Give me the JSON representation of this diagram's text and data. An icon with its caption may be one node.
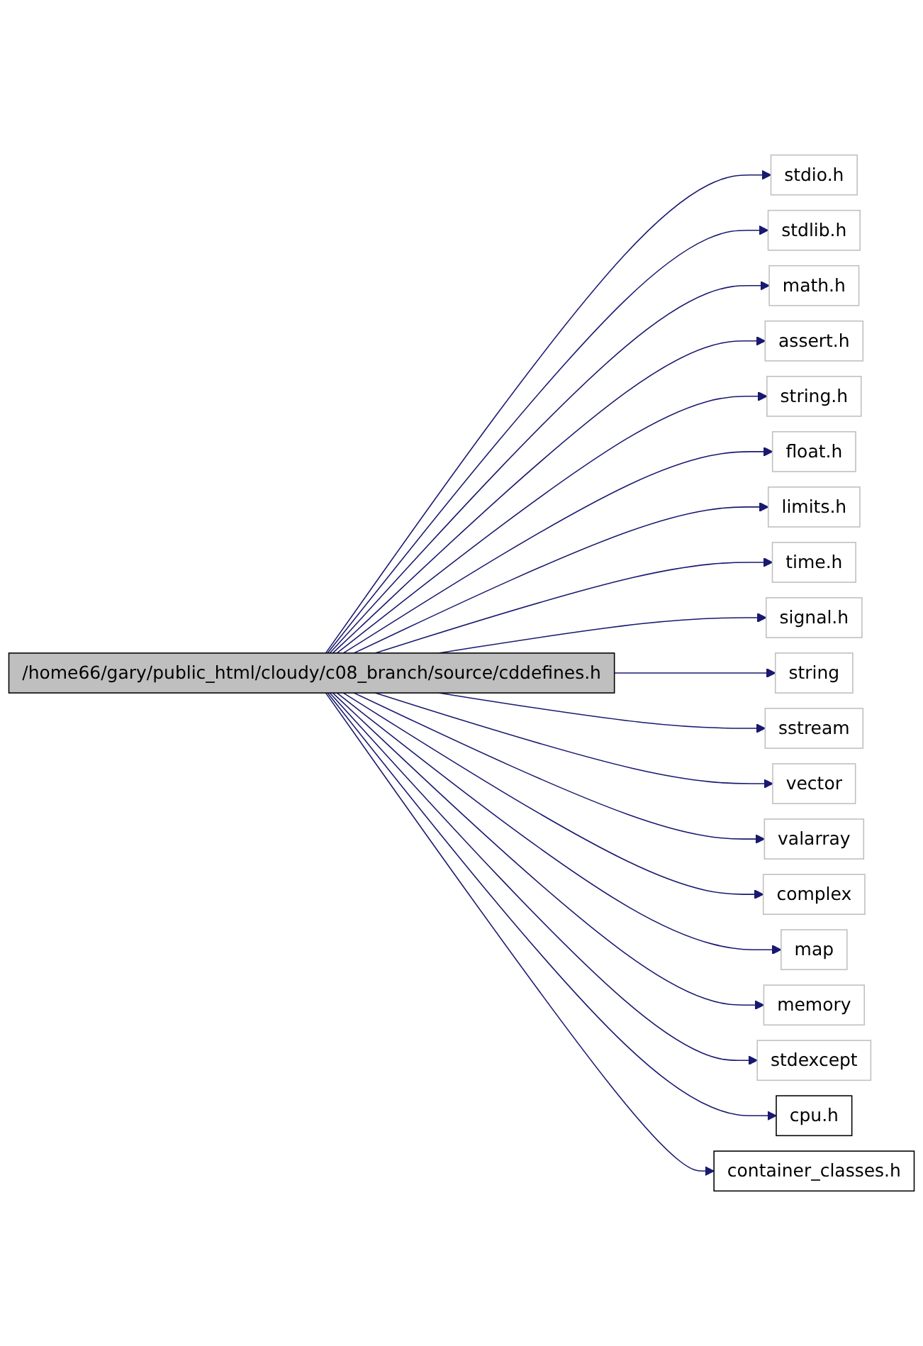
{
  "diagram": {
    "nodes": [
      {
        "text": [
          "/home66/gary/public_html/cloudy/c08_branch/source/cddefines.h"
        ]
      },
      {
        "text": [
          "stdio.h"
        ]
      },
      {
        "text": [
          "stdlib.h"
        ]
      },
      {
        "text": [
          "math.h"
        ]
      },
      {
        "text": [
          "assert.h"
        ]
      },
      {
        "text": [
          "string.h"
        ]
      },
      {
        "text": [
          "float.h"
        ]
      },
      {
        "text": [
          "limits.h"
        ]
      },
      {
        "text": [
          "time.h"
        ]
      },
      {
        "text": [
          "signal.h"
        ]
      },
      {
        "text": [
          "string"
        ]
      },
      {
        "text": [
          "sstream"
        ]
      },
      {
        "text": [
          "vector"
        ]
      },
      {
        "text": [
          "valarray"
        ]
      },
      {
        "text": [
          "complex"
        ]
      },
      {
        "text": [
          "map"
        ]
      },
      {
        "text": [
          "memory"
        ]
      },
      {
        "text": [
          "stdexcept"
        ]
      },
      {
        "text": [
          "cpu.h"
        ]
      },
      {
        "text": [
          "container_classes.h"
        ]
      }
    ],
    "edges": [
      {
        "from": 0,
        "to": 1,
        "arrow": "to"
      },
      {
        "from": 0,
        "to": 2,
        "arrow": "to"
      },
      {
        "from": 0,
        "to": 3,
        "arrow": "to"
      },
      {
        "from": 0,
        "to": 4,
        "arrow": "to"
      },
      {
        "from": 0,
        "to": 5,
        "arrow": "to"
      },
      {
        "from": 0,
        "to": 6,
        "arrow": "to"
      },
      {
        "from": 0,
        "to": 7,
        "arrow": "to"
      },
      {
        "from": 0,
        "to": 8,
        "arrow": "to"
      },
      {
        "from": 0,
        "to": 9,
        "arrow": "to"
      },
      {
        "from": 0,
        "to": 10,
        "arrow": "to"
      },
      {
        "from": 0,
        "to": 11,
        "arrow": "to"
      },
      {
        "from": 0,
        "to": 12,
        "arrow": "to"
      },
      {
        "from": 0,
        "to": 13,
        "arrow": "to"
      },
      {
        "from": 0,
        "to": 14,
        "arrow": "to"
      },
      {
        "from": 0,
        "to": 15,
        "arrow": "to"
      },
      {
        "from": 0,
        "to": 16,
        "arrow": "to"
      },
      {
        "from": 0,
        "to": 17,
        "arrow": "to"
      },
      {
        "from": 0,
        "to": 18,
        "arrow": "to"
      },
      {
        "from": 0,
        "to": 19,
        "arrow": "to"
      }
    ]
  }
}
